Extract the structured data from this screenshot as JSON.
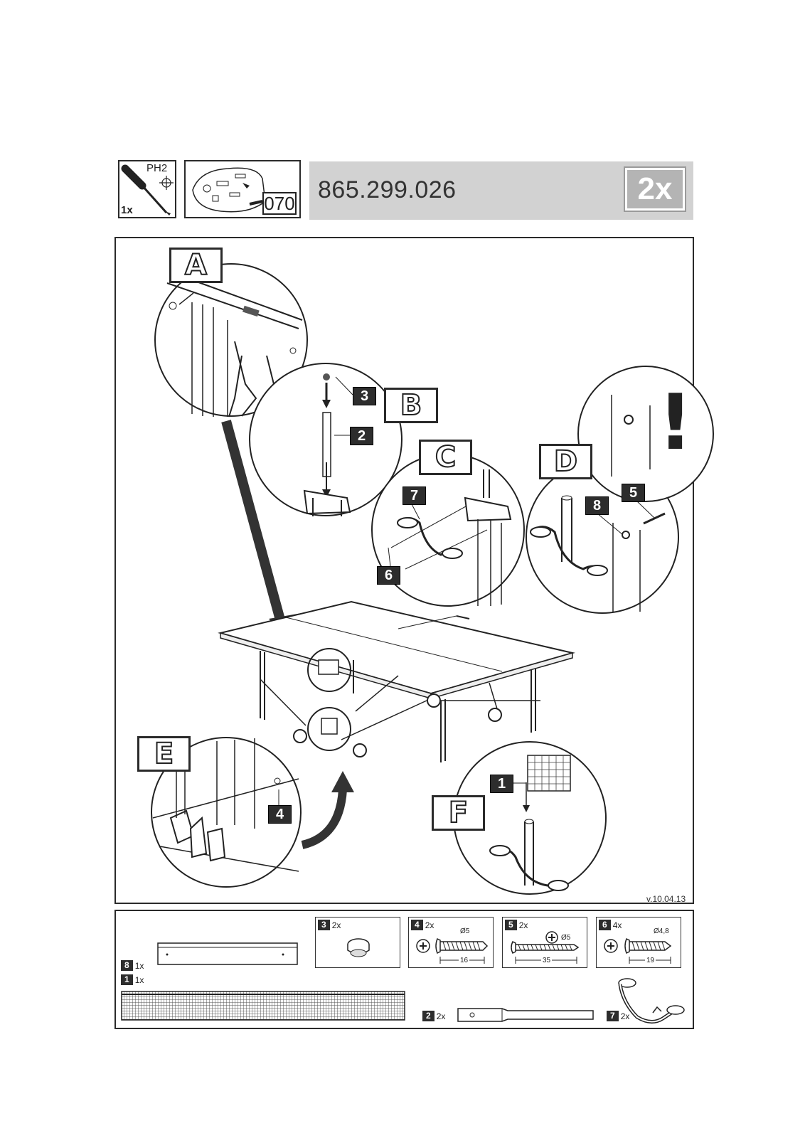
{
  "header": {
    "tool_size": "PH2",
    "tool_quantity": "1x",
    "bag_code": "070",
    "part_number": "865.299.026",
    "set_quantity": "2x"
  },
  "steps": {
    "a": "A",
    "b": "B",
    "c": "C",
    "d": "D",
    "e": "E",
    "f": "F",
    "warning": "!"
  },
  "callouts": {
    "c1": "1",
    "c2": "2",
    "c3": "3",
    "c4": "4",
    "c5": "5",
    "c6": "6",
    "c7": "7",
    "c8": "8"
  },
  "version": "v.10.04.13",
  "parts": [
    {
      "num": "8",
      "qty": "1x"
    },
    {
      "num": "1",
      "qty": "1x"
    },
    {
      "num": "3",
      "qty": "2x"
    },
    {
      "num": "4",
      "qty": "2x",
      "diameter": "Ø5",
      "length": "16"
    },
    {
      "num": "5",
      "qty": "2x",
      "diameter": "Ø5",
      "length": "35"
    },
    {
      "num": "6",
      "qty": "4x",
      "diameter": "Ø4,8",
      "length": "19"
    },
    {
      "num": "2",
      "qty": "2x"
    },
    {
      "num": "7",
      "qty": "2x"
    }
  ]
}
